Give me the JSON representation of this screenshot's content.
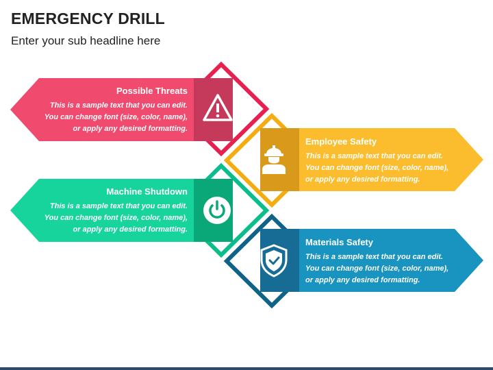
{
  "title": "EMERGENCY DRILL",
  "subtitle": "Enter your sub headline here",
  "colors": {
    "pink": "#f04a6e",
    "pink_dark": "#c53a5b",
    "pink_outline": "#e8204f",
    "yellow": "#fbbd2e",
    "yellow_dark": "#d99a1c",
    "yellow_outline": "#f5ac11",
    "green": "#17d49c",
    "green_dark": "#0aa779",
    "green_outline": "#0bbd8a",
    "blue": "#1993bf",
    "blue_dark": "#166c95",
    "blue_outline": "#0f6288",
    "bottom_bar": "#2e4a6b"
  },
  "items": [
    {
      "heading": "Possible Threats",
      "lines": [
        "This is a sample text that you can edit.",
        "You can change font (size, color, name),",
        "or apply any desired formatting."
      ],
      "icon": "warning-icon"
    },
    {
      "heading": "Employee Safety",
      "lines": [
        "This is a sample text that you can edit.",
        "You can change font (size, color, name),",
        "or apply any desired formatting."
      ],
      "icon": "construction-worker-icon"
    },
    {
      "heading": "Machine Shutdown",
      "lines": [
        "This is a sample text that you can edit.",
        "You can change font (size, color, name),",
        "or apply any desired formatting."
      ],
      "icon": "power-icon"
    },
    {
      "heading": "Materials Safety",
      "lines": [
        "This is a sample text that you can edit.",
        "You can change font (size, color, name),",
        "or apply any desired formatting."
      ],
      "icon": "shield-check-icon"
    }
  ]
}
